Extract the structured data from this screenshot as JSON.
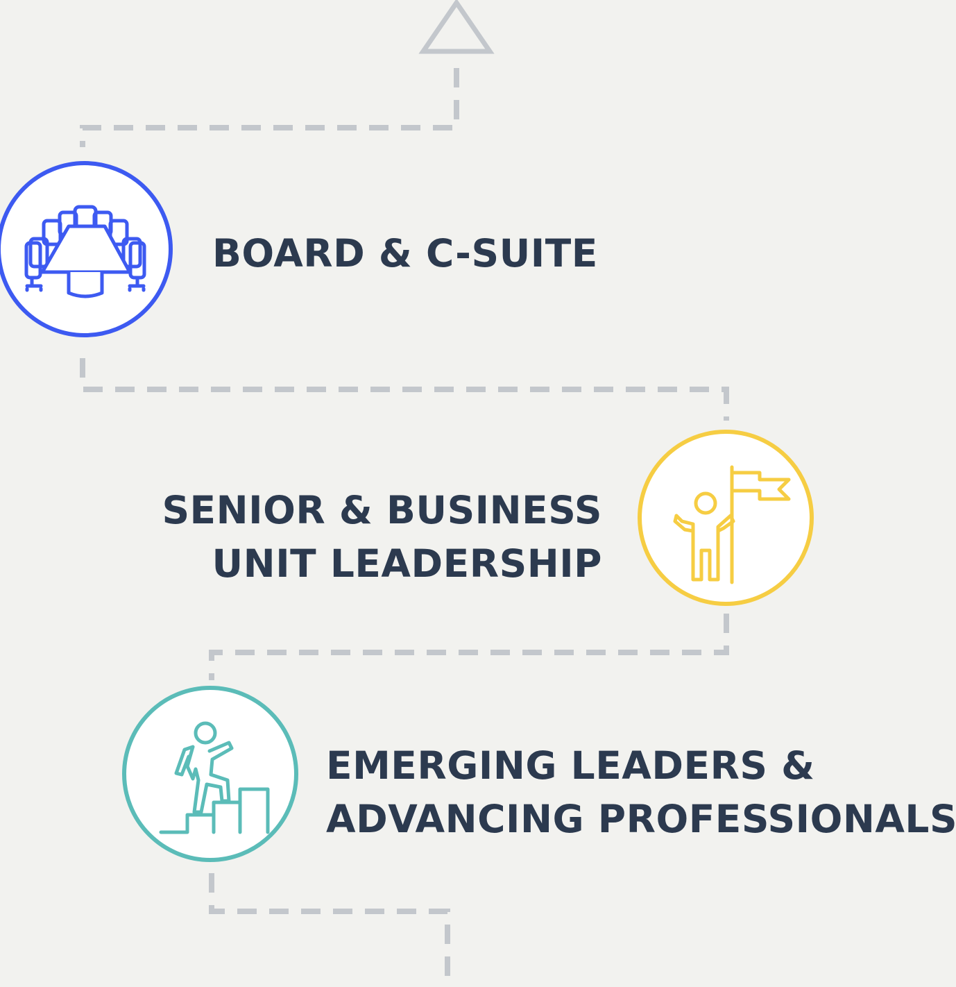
{
  "levels": [
    {
      "id": "board",
      "lines": [
        "BOARD & C-SUITE"
      ],
      "icon": "boardroom-table-icon",
      "color": "#3d5af1"
    },
    {
      "id": "senior",
      "lines": [
        "SENIOR & BUSINESS",
        "UNIT LEADERSHIP"
      ],
      "icon": "person-with-flag-icon",
      "color": "#f6cd43"
    },
    {
      "id": "emerging",
      "lines": [
        "EMERGING LEADERS &",
        "ADVANCING PROFESSIONALS"
      ],
      "icon": "person-climbing-stairs-icon",
      "color": "#5bbcb8"
    }
  ],
  "connector_color": "#c3c7cc",
  "text_color": "#2c3a4f",
  "background": "#f2f2ef"
}
